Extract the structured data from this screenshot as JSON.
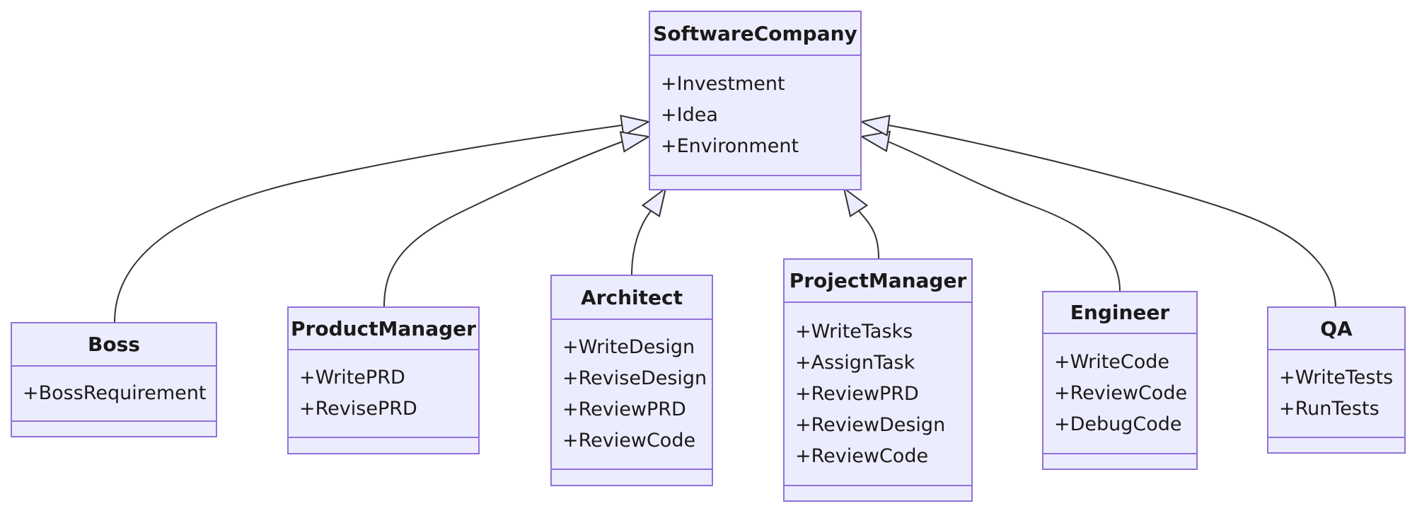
{
  "diagram": {
    "type": "uml-class-diagram",
    "classes": [
      {
        "id": "SoftwareCompany",
        "name": "SoftwareCompany",
        "attributes": [
          "+Investment",
          "+Idea",
          "+Environment"
        ],
        "methods": []
      },
      {
        "id": "Boss",
        "name": "Boss",
        "attributes": [
          "+BossRequirement"
        ],
        "methods": []
      },
      {
        "id": "ProductManager",
        "name": "ProductManager",
        "attributes": [
          "+WritePRD",
          "+RevisePRD"
        ],
        "methods": []
      },
      {
        "id": "Architect",
        "name": "Architect",
        "attributes": [
          "+WriteDesign",
          "+ReviseDesign",
          "+ReviewPRD",
          "+ReviewCode"
        ],
        "methods": []
      },
      {
        "id": "ProjectManager",
        "name": "ProjectManager",
        "attributes": [
          "+WriteTasks",
          "+AssignTask",
          "+ReviewPRD",
          "+ReviewDesign",
          "+ReviewCode"
        ],
        "methods": []
      },
      {
        "id": "Engineer",
        "name": "Engineer",
        "attributes": [
          "+WriteCode",
          "+ReviewCode",
          "+DebugCode"
        ],
        "methods": []
      },
      {
        "id": "QA",
        "name": "QA",
        "attributes": [
          "+WriteTests",
          "+RunTests"
        ],
        "methods": []
      }
    ],
    "relations": [
      {
        "from": "Boss",
        "to": "SoftwareCompany",
        "type": "inheritance"
      },
      {
        "from": "ProductManager",
        "to": "SoftwareCompany",
        "type": "inheritance"
      },
      {
        "from": "Architect",
        "to": "SoftwareCompany",
        "type": "inheritance"
      },
      {
        "from": "ProjectManager",
        "to": "SoftwareCompany",
        "type": "inheritance"
      },
      {
        "from": "Engineer",
        "to": "SoftwareCompany",
        "type": "inheritance"
      },
      {
        "from": "QA",
        "to": "SoftwareCompany",
        "type": "inheritance"
      }
    ],
    "colors": {
      "node_fill": "#ECECFF",
      "node_border": "#9370DB",
      "edge_line": "#333333",
      "arrowhead_fill": "#ECECFF",
      "text": "#1A1A1A",
      "background": "#FFFFFF"
    }
  }
}
